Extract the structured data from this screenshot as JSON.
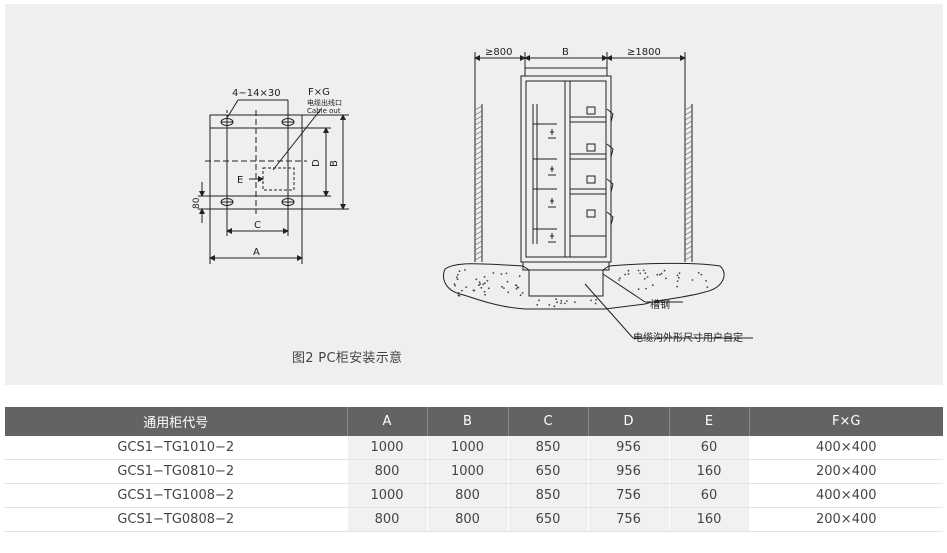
{
  "figure": {
    "caption": "图2 PC柜安装示意",
    "base_labels": {
      "holes": "4−14×30",
      "fxg": "F×G",
      "cable_cn": "电缆出线口",
      "cable_en": "Cable out",
      "d": "D",
      "b": "B",
      "e": "E",
      "c": "C",
      "a": "A",
      "eighty": "80"
    },
    "elev_labels": {
      "left_gap": "≥800",
      "b": "B",
      "right_gap": "≥1800",
      "channel": "槽钢",
      "trench": "电缆沟外形尺寸用户自定"
    }
  },
  "table": {
    "headers": [
      "通用柜代号",
      "A",
      "B",
      "C",
      "D",
      "E",
      "F×G"
    ],
    "rows": [
      [
        "GCS1−TG1010−2",
        "1000",
        "1000",
        "850",
        "956",
        "60",
        "400×400"
      ],
      [
        "GCS1−TG0810−2",
        "800",
        "1000",
        "650",
        "956",
        "160",
        "200×400"
      ],
      [
        "GCS1−TG1008−2",
        "1000",
        "800",
        "850",
        "756",
        "60",
        "400×400"
      ],
      [
        "GCS1−TG0808−2",
        "800",
        "800",
        "650",
        "756",
        "160",
        "200×400"
      ]
    ]
  }
}
